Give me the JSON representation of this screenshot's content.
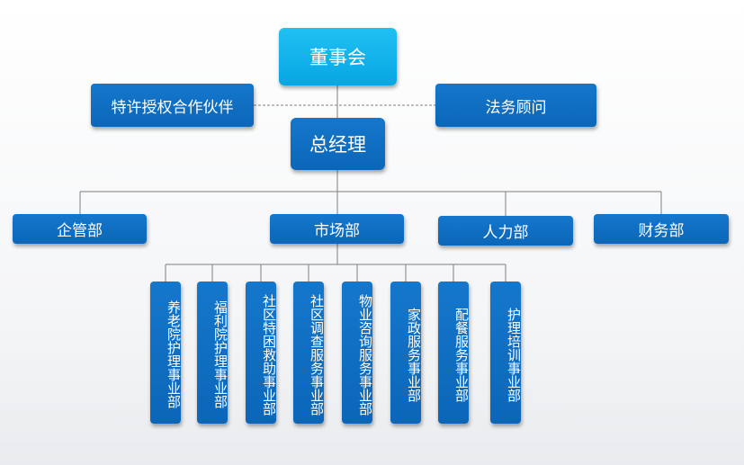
{
  "org_chart": {
    "board": "董事会",
    "partners": "特许授权合作伙伴",
    "legal": "法务顾问",
    "general_manager": "总经理",
    "departments": [
      "企管部",
      "市场部",
      "人力部",
      "财务部"
    ],
    "business_units": [
      "养老院护理事业部",
      "福利院护理事业部",
      "社区特困救助事业部",
      "社区调查服务事业部",
      "物业咨询服务事业部",
      "家政服务事业部",
      "配餐服务事业部",
      "护理培训事业部"
    ],
    "colors": {
      "board_fill": "#0aaee8",
      "box_fill": "#0b6cbf",
      "connector": "#7f7f7f"
    }
  }
}
